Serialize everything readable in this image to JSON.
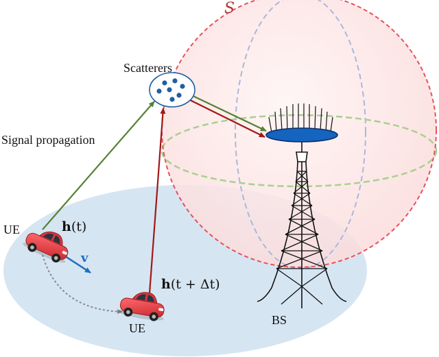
{
  "labels": {
    "sphere": "S",
    "scatterers": "Scatterers",
    "signal_propagation": "Signal propagation",
    "ue_top": "UE",
    "ue_bottom": "UE",
    "channel_t_symbol": "h",
    "channel_t_arg": "(t)",
    "channel_tdt_symbol": "h",
    "channel_tdt_arg": "(t + Δt)",
    "velocity": "v",
    "bs": "BS"
  },
  "colors": {
    "coverage_ellipse": "#cfe0f0",
    "sphere_fill": "#fde8e8",
    "sphere_outline": "#e8505b",
    "sphere_meridian": "#a9b8dc",
    "sphere_equator": "#a8d08d",
    "green_ray": "#548235",
    "red_ray": "#a01818",
    "scatter_dots": "#1f5fa3",
    "antenna_disc": "#1464c0",
    "car_body": "#e8454a",
    "velocity_arrow": "#1f6fbf",
    "tower": "#111111"
  }
}
